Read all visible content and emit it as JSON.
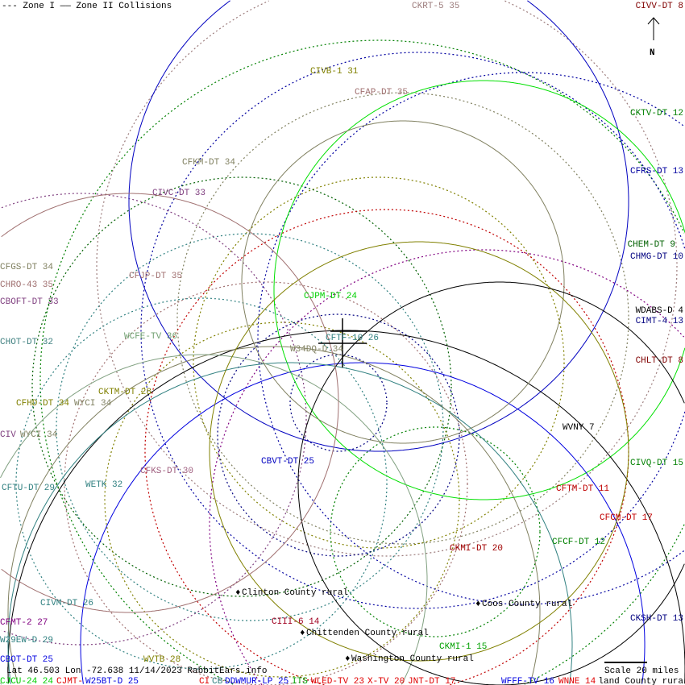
{
  "legend": "--- Zone I —— Zone II Collisions",
  "north_label": "N",
  "footer": {
    "coords": "Lat 46.503 Lon -72.638 11/14/2023 RabbitEars.info",
    "scale": "Scale 20 miles"
  },
  "stations": [
    {
      "label": "CKRT-5 35",
      "color": "#9c7c7c"
    },
    {
      "label": "CIVV-DT 8",
      "color": "#800000"
    },
    {
      "label": "CIVB-1 31",
      "color": "#808000"
    },
    {
      "label": "CFAP-DT 35",
      "color": "#a07070"
    },
    {
      "label": "CKTV-DT 12",
      "color": "#008000"
    },
    {
      "label": "CFKM-DT 34",
      "color": "#808060"
    },
    {
      "label": "CFRS-DT 13",
      "color": "#0000a0"
    },
    {
      "label": "CIVC-DT 33",
      "color": "#804080"
    },
    {
      "label": "CHEM-DT 9",
      "color": "#006000"
    },
    {
      "label": "CHMG-DT 10",
      "color": "#000080"
    },
    {
      "label": "CFGS-DT 34",
      "color": "#808060"
    },
    {
      "label": "CFJP-DT 35",
      "color": "#a07070"
    },
    {
      "label": "CHRO-43 35",
      "color": "#a07070"
    },
    {
      "label": "CJPM-DT 24",
      "color": "#00d000"
    },
    {
      "label": "CBOFT-DT 33",
      "color": "#804080"
    },
    {
      "label": "WDABS-D 4",
      "color": "#000000"
    },
    {
      "label": "CIMT-4 13",
      "color": "#000080"
    },
    {
      "label": "WCFE-TV 36",
      "color": "#70a070"
    },
    {
      "label": "CFTF-10 26",
      "color": "#308080"
    },
    {
      "label": "CHOT-DT 32",
      "color": "#408080"
    },
    {
      "label": "W34DQ-D 34",
      "color": "#808060"
    },
    {
      "label": "CHLT-DT 8",
      "color": "#800000"
    },
    {
      "label": "CKTM-DT 28",
      "color": "#808000"
    },
    {
      "label": "CFHD-DT 34",
      "color": "#808000"
    },
    {
      "label": "WYCI 34",
      "color": "#808060"
    },
    {
      "label": "WVNY 7",
      "color": "#000000"
    },
    {
      "label": "CIV",
      "color": "#804080"
    },
    {
      "label": "WYCI 34",
      "color": "#808060"
    },
    {
      "label": "CBVT-DT 25",
      "color": "#0000c0"
    },
    {
      "label": "CIVQ-DT 15",
      "color": "#008000"
    },
    {
      "label": "CFKS-DT 30",
      "color": "#a06080"
    },
    {
      "label": "WETK 32",
      "color": "#308080"
    },
    {
      "label": "CFTU-DT 29",
      "color": "#308080"
    },
    {
      "label": "CFTM-DT 11",
      "color": "#c00000"
    },
    {
      "label": "CFCM-DT 17",
      "color": "#c00000"
    },
    {
      "label": "CFCF-DT 12",
      "color": "#008000"
    },
    {
      "label": "CKMI-DT 20",
      "color": "#a00000"
    },
    {
      "label": "CIVM-DT 26",
      "color": "#308080"
    },
    {
      "label": "CKSH-DT 13",
      "color": "#000080"
    },
    {
      "label": "CIII-6 14",
      "color": "#a00020"
    },
    {
      "label": "CFMT-2 27",
      "color": "#800080"
    },
    {
      "label": "W29EW-D 29",
      "color": "#308080"
    },
    {
      "label": "CKMI-1 15",
      "color": "#00a000"
    },
    {
      "label": "CBOT-DT 25",
      "color": "#0000e0"
    },
    {
      "label": "WVTB 28",
      "color": "#808000"
    },
    {
      "label": "CJCU-24 24",
      "color": "#00d000"
    },
    {
      "label": "CJMT-",
      "color": "#e00000"
    },
    {
      "label": "W25BT-D 25",
      "color": "#0000e0"
    },
    {
      "label": "CI",
      "color": "#e00000"
    },
    {
      "label": "CB",
      "color": "#308080"
    },
    {
      "label": "DDWMUR-LP 25",
      "color": "#0000e0"
    },
    {
      "label": "ITS",
      "color": "#00a000"
    },
    {
      "label": "WLED-TV 23",
      "color": "#e00000"
    },
    {
      "label": "X-TV 20",
      "color": "#e00000"
    },
    {
      "label": "JNT-DT 17",
      "color": "#e00000"
    },
    {
      "label": "WFFF-TV 16",
      "color": "#0000e0"
    },
    {
      "label": "WNNE 14",
      "color": "#e00000"
    },
    {
      "label": "land County rura",
      "color": "#000000"
    }
  ],
  "places": [
    {
      "label": "Clinton County rural"
    },
    {
      "label": "Coos County rural"
    },
    {
      "label": "Chittenden County rural"
    },
    {
      "label": "Washington County rural"
    }
  ]
}
